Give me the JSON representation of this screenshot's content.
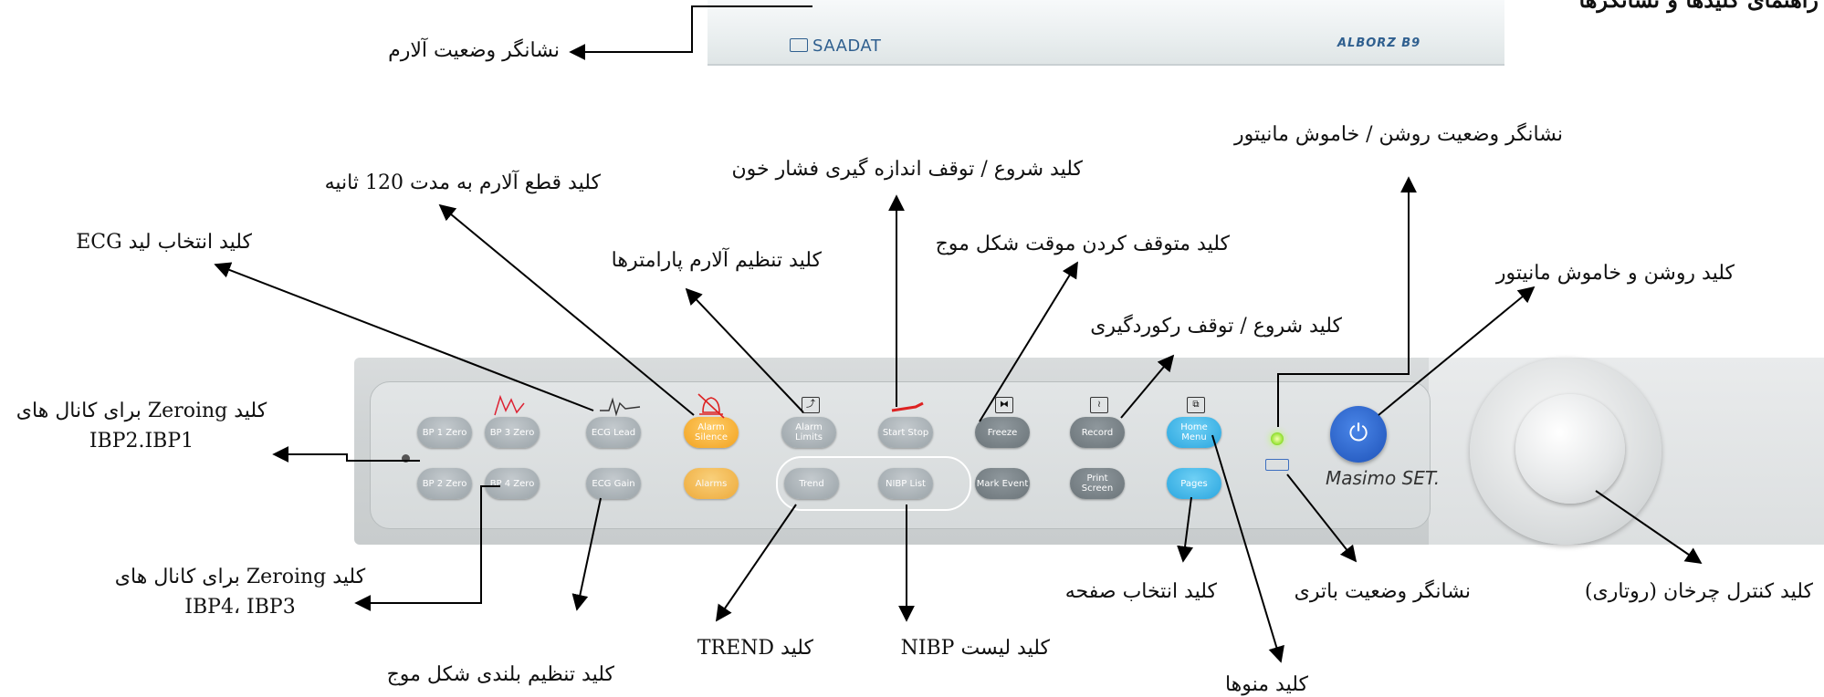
{
  "title": "راهنمای کلیدها و نشانگرها",
  "monitor": {
    "brand_left": "SAADAT",
    "brand_right": "ALBORZ B9"
  },
  "keys": {
    "bp1": "BP 1 Zero",
    "bp3": "BP 3 Zero",
    "ecg_lead": "ECG Lead",
    "alarm_silence": "Alarm Silence",
    "alarm_limits": "Alarm Limits",
    "start_stop": "Start Stop",
    "freeze": "Freeze",
    "record": "Record",
    "home_menu": "Home Menu",
    "bp2": "BP 2 Zero",
    "bp4": "BP 4 Zero",
    "ecg_gain": "ECG Gain",
    "alarms": "Alarms",
    "trend": "Trend",
    "nibp_list": "NIBP List",
    "mark_event": "Mark Event",
    "print_screen": "Print Screen",
    "pages": "Pages"
  },
  "panel_brand": "Masimo SET.",
  "callouts": {
    "alarm_status": "نشانگر وضعیت آلارم",
    "power_status": "نشانگر وضعیت روشن / خاموش مانیتور",
    "nibp_start": "کلید شروع / توقف اندازه گیری فشار خون",
    "alarm_silence": "کلید قطع آلارم به مدت 120 ثانیه",
    "ecg_lead": "کلید انتخاب لید ECG",
    "alarm_limits": "کلید تنظیم آلارم پارامترها",
    "freeze": "کلید متوقف کردن موقت شکل موج",
    "power": "کلید روشن و خاموش مانیتور",
    "record": "کلید شروع / توقف رکوردگیری",
    "zero12_line1": "کلید Zeroing برای کانال های",
    "zero12_line2": "IBP2.IBP1",
    "zero34_line1": "کلید Zeroing برای کانال های",
    "zero34_line2": "IBP4، IBP3",
    "ecg_gain": "کلید تنظیم بلندی شکل موج",
    "trend": "کلید TREND",
    "nibp_list": "کلید لیست NIBP",
    "pages": "کلید انتخاب صفحه",
    "menus": "کلید منوها",
    "battery": "نشانگر وضعیت باتری",
    "rotary": "کلید کنترل چرخان (روتاری)"
  },
  "colors": {
    "accent_orange": "#f2a21f",
    "key_blue": "#2aa6df",
    "power_blue": "#1e52b8",
    "led_green": "#9be53a"
  }
}
